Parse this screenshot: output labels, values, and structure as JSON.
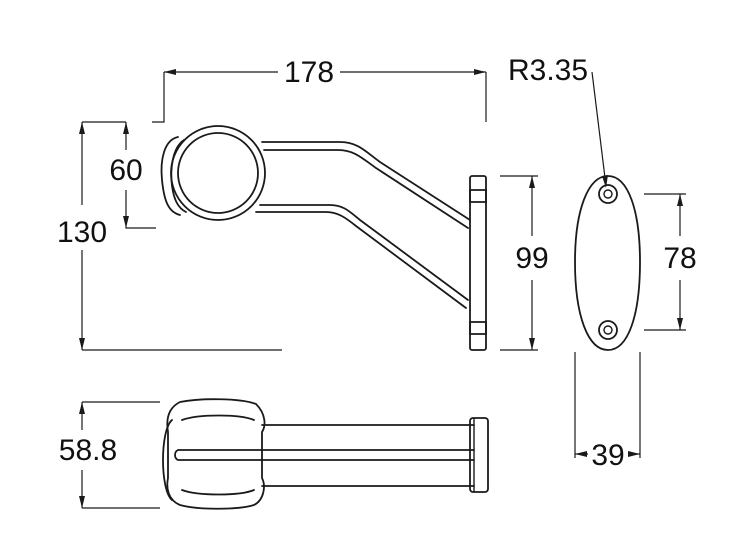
{
  "dimensions": {
    "width_overall": "178",
    "height_overall": "130",
    "lamp_height": "60",
    "base_height": "99",
    "hole_radius": "R3.35",
    "hole_spacing": "78",
    "plate_width": "39",
    "depth": "58.8"
  },
  "colors": {
    "stroke": "#1a1a1a",
    "background": "#ffffff"
  }
}
